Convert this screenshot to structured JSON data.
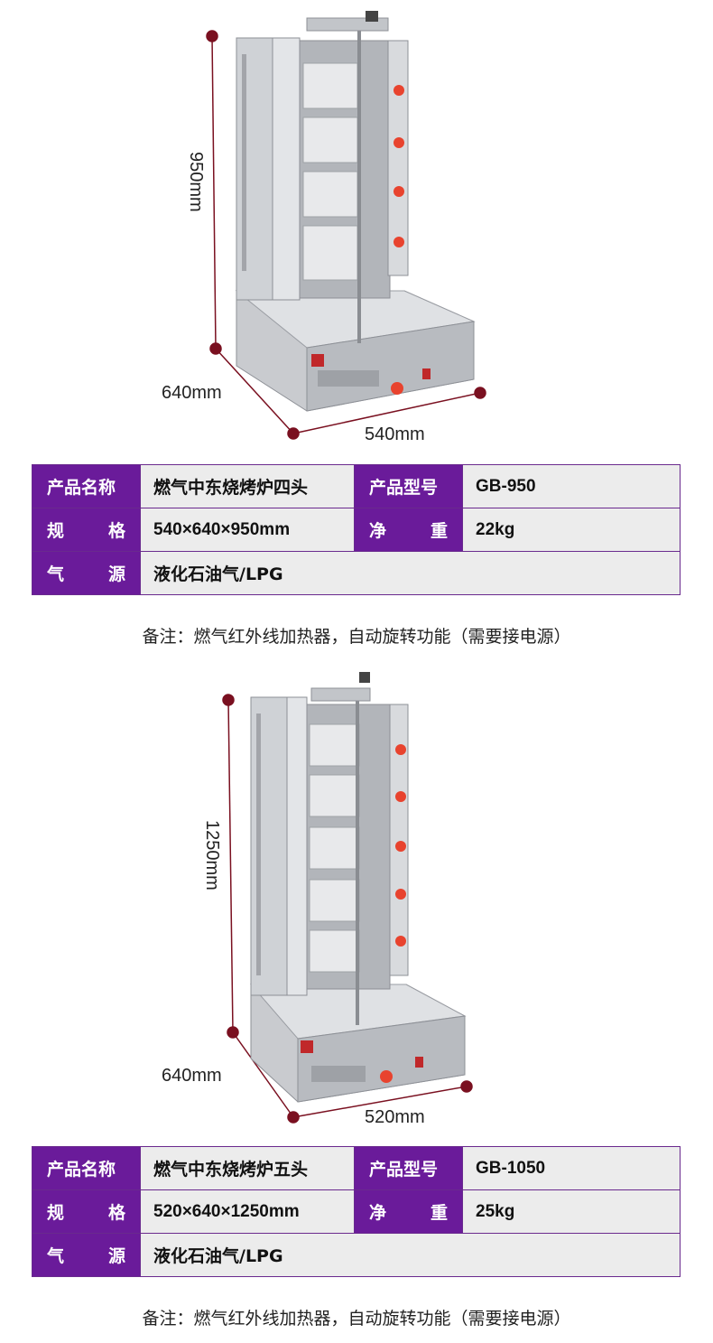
{
  "products": [
    {
      "dims": {
        "height": "950mm",
        "depth": "640mm",
        "width": "540mm"
      },
      "table": {
        "name_key": "产品名称",
        "name_val": "燃气中东烧烤炉四头",
        "model_key": "产品型号",
        "model_val": "GB-950",
        "spec_key": [
          "规",
          "格"
        ],
        "spec_val": "540×640×950mm",
        "weight_key": [
          "净",
          "重"
        ],
        "weight_val": "22kg",
        "gas_key": [
          "气",
          "源"
        ],
        "gas_val": "液化石油气/LPG"
      },
      "burners": 4,
      "note": "备注：燃气红外线加热器，自动旋转功能（需要接电源）"
    },
    {
      "dims": {
        "height": "1250mm",
        "depth": "640mm",
        "width": "520mm"
      },
      "table": {
        "name_key": "产品名称",
        "name_val": "燃气中东烧烤炉五头",
        "model_key": "产品型号",
        "model_val": "GB-1050",
        "spec_key": [
          "规",
          "格"
        ],
        "spec_val": "520×640×1250mm",
        "weight_key": [
          "净",
          "重"
        ],
        "weight_val": "25kg",
        "gas_key": [
          "气",
          "源"
        ],
        "gas_val": "液化石油气/LPG"
      },
      "burners": 5,
      "note": "备注：燃气红外线加热器，自动旋转功能（需要接电源）"
    }
  ],
  "colors": {
    "accent": "#6a1b9a",
    "dim_line": "#7a1020",
    "cell_bg": "#ececec",
    "knob": "#e8432e"
  }
}
